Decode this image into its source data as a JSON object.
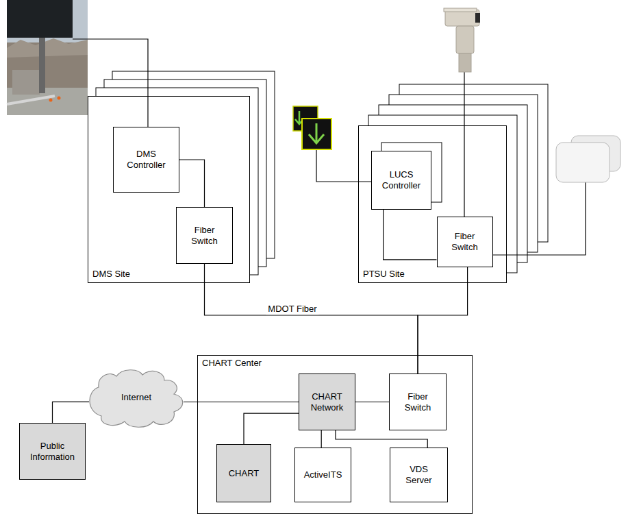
{
  "diagram": {
    "nodes": [
      {
        "text": [
          "DMS Site"
        ]
      },
      {
        "text": [
          "DMS Controller"
        ],
        "in": 0
      },
      {
        "text": [
          "Fiber Switch"
        ],
        "in": 0
      },
      {
        "text": [
          "PTSU Site"
        ]
      },
      {
        "text": [
          "LUCS Controller"
        ],
        "in": 3
      },
      {
        "text": [
          "Fiber Switch"
        ],
        "in": 3
      },
      {
        "text": [
          "CHART Center"
        ]
      },
      {
        "text": [
          "CHART Network"
        ],
        "in": 6
      },
      {
        "text": [
          "Fiber Switch"
        ],
        "in": 6
      },
      {
        "text": [
          "CHART"
        ],
        "in": 6
      },
      {
        "text": [
          "ActiveITS"
        ],
        "in": 6
      },
      {
        "text": [
          "VDS Server"
        ],
        "in": 6
      },
      {
        "text": [
          "Internet"
        ]
      },
      {
        "text": [
          "Public Information"
        ]
      }
    ],
    "edges": [
      {
        "from": 1,
        "to": 2,
        "arrow": "none"
      },
      {
        "from": 4,
        "to": 5,
        "arrow": "none"
      },
      {
        "from": 2,
        "to": 8,
        "label": "MDOT Fiber",
        "arrow": "none"
      },
      {
        "from": 5,
        "to": 8,
        "arrow": "none"
      },
      {
        "from": 8,
        "to": 7,
        "arrow": "none"
      },
      {
        "from": 7,
        "to": 12,
        "arrow": "none"
      },
      {
        "from": 12,
        "to": 13,
        "arrow": "none"
      },
      {
        "from": 7,
        "to": 9,
        "arrow": "none"
      },
      {
        "from": 7,
        "to": 10,
        "arrow": "none"
      },
      {
        "from": 7,
        "to": 11,
        "arrow": "none"
      }
    ]
  }
}
